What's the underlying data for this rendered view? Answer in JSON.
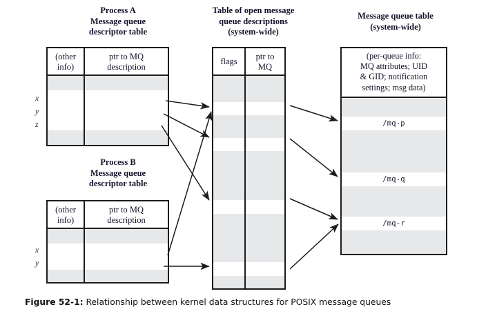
{
  "figure": {
    "number": "Figure 52-1:",
    "caption": "Relationship between kernel data structures for POSIX message queues"
  },
  "panels": {
    "process_a": {
      "heading_line1": "Process A",
      "heading_line2": "Message queue",
      "heading_line3": "descriptor table",
      "columns": [
        "(other\ninfo)",
        "ptr to MQ\ndescription"
      ],
      "col1_line1": "(other",
      "col1_line2": "info)",
      "col2_line1": "ptr to MQ",
      "col2_line2": "description",
      "row_labels": [
        "x",
        "y",
        "z"
      ],
      "rows": [
        {
          "shaded": true,
          "label": ""
        },
        {
          "shaded": false,
          "label": "x"
        },
        {
          "shaded": false,
          "label": "y"
        },
        {
          "shaded": false,
          "label": "z"
        },
        {
          "shaded": true,
          "label": ""
        }
      ]
    },
    "process_b": {
      "heading_line1": "Process B",
      "heading_line2": "Message queue",
      "heading_line3": "descriptor table",
      "col1_line1": "(other",
      "col1_line2": "info)",
      "col2_line1": "ptr to MQ",
      "col2_line2": "description",
      "row_labels": [
        "x",
        "y"
      ],
      "rows": [
        {
          "shaded": true,
          "label": ""
        },
        {
          "shaded": false,
          "label": "x"
        },
        {
          "shaded": false,
          "label": "y"
        },
        {
          "shaded": true,
          "label": ""
        }
      ]
    },
    "open_descriptions": {
      "heading_line1": "Table of open message",
      "heading_line2": "queue descriptions",
      "heading_line3": "(system-wide)",
      "col1": "flags",
      "col2_line1": "ptr to",
      "col2_line2": "MQ",
      "rows": [
        {
          "shaded": true
        },
        {
          "shaded": false
        },
        {
          "shaded": true
        },
        {
          "shaded": false
        },
        {
          "shaded": true
        },
        {
          "shaded": false
        },
        {
          "shaded": true
        },
        {
          "shaded": false
        },
        {
          "shaded": true
        }
      ]
    },
    "mq_table": {
      "heading_line1": "Message queue table",
      "heading_line2": "(system-wide)",
      "info_line1": "(per-queue info:",
      "info_line2": "MQ attributes; UID",
      "info_line3": "& GID; notification",
      "info_line4": "settings; msg data)",
      "entries": [
        "/mq-p",
        "/mq-q",
        "/mq-r"
      ],
      "rows": [
        {
          "shaded": true,
          "name": ""
        },
        {
          "shaded": false,
          "name": "/mq-p"
        },
        {
          "shaded": true,
          "name": ""
        },
        {
          "shaded": false,
          "name": "/mq-q"
        },
        {
          "shaded": true,
          "name": ""
        },
        {
          "shaded": false,
          "name": "/mq-r"
        },
        {
          "shaded": true,
          "name": ""
        }
      ]
    }
  },
  "colors": {
    "shaded_row": "#e6e8ea",
    "border": "#1c1c1c",
    "separator": "#6f7477",
    "text": "#14142b",
    "page_background": "#ffffff"
  }
}
